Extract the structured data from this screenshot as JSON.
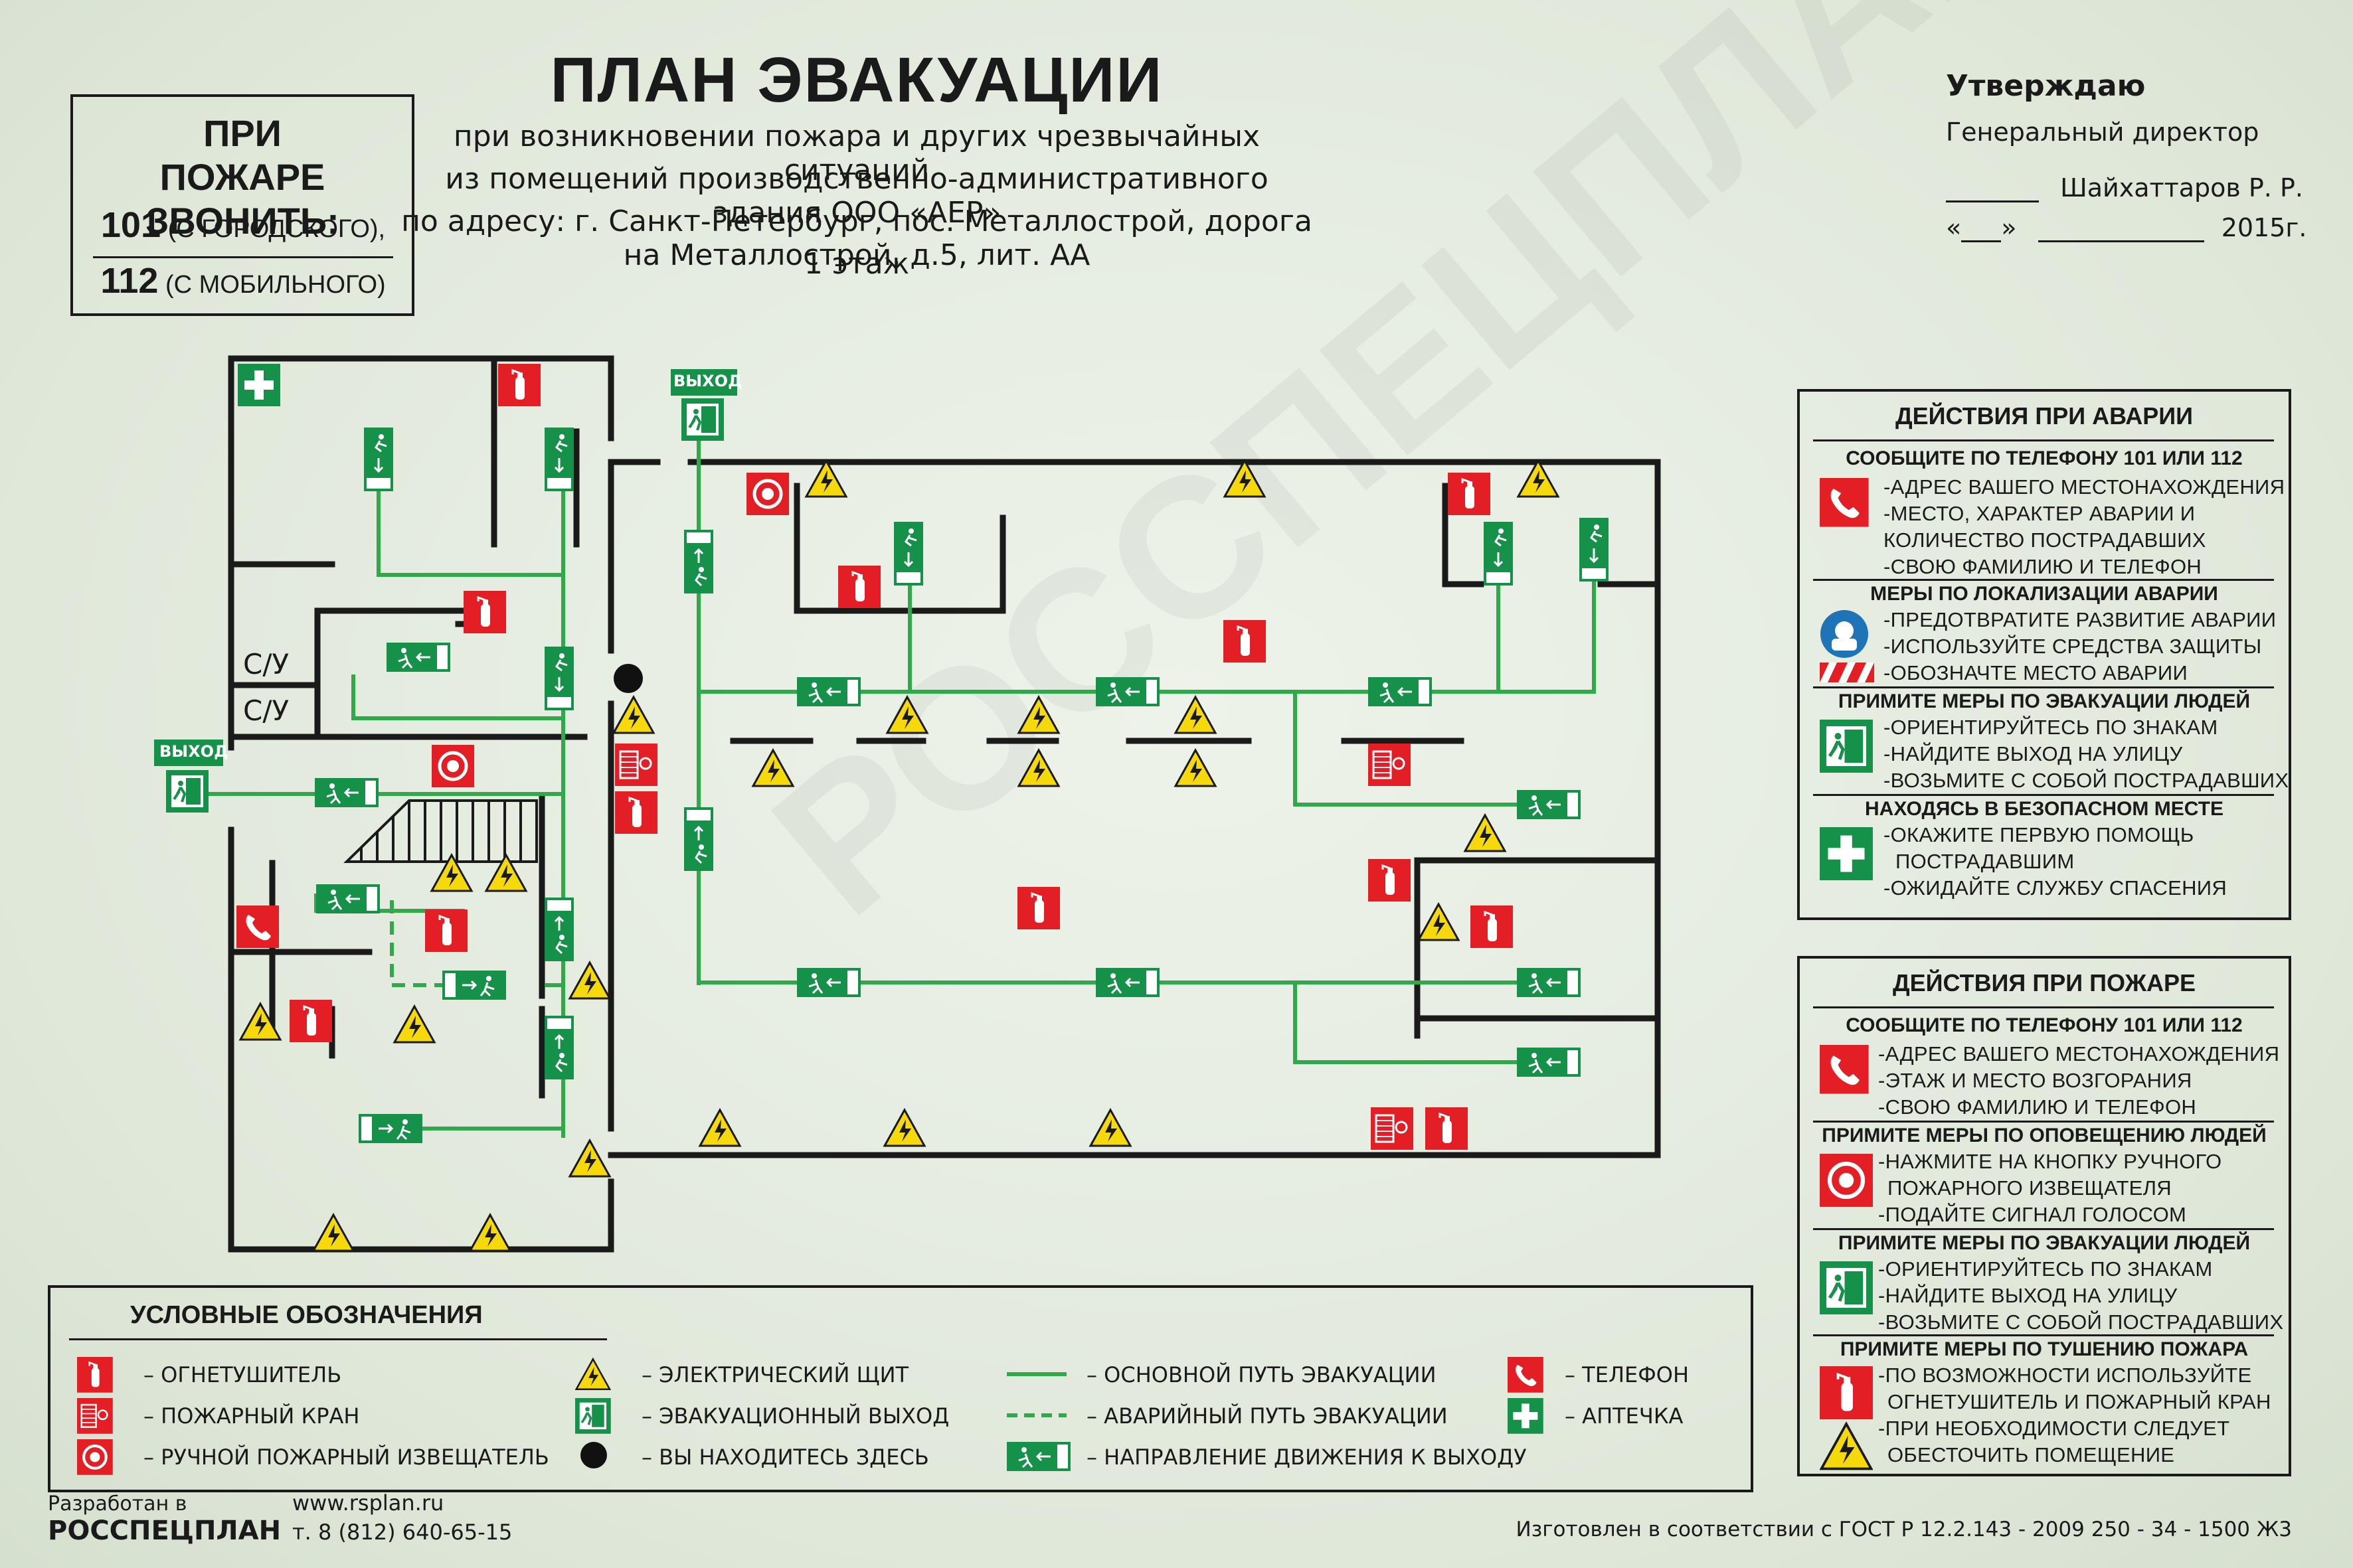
{
  "header": {
    "call_title": "ПРИ ПОЖАРЕ ЗВОНИТЬ:",
    "call_101_num": "101",
    "call_101_text": "(С ГОРОДСКОГО),",
    "call_112_num": "112",
    "call_112_text": "(С МОБИЛЬНОГО)",
    "title": "ПЛАН ЭВАКУАЦИИ",
    "subtitle_1": "при возникновении пожара и других чрезвычайных ситуаций",
    "subtitle_2": "из помещений производственно-административного здания ООО «АЕР»",
    "subtitle_3": "по адресу: г. Санкт-Петербург, пос. Металлострой, дорога на Металлострой, д.5, лит. АА",
    "floor": "1 этаж"
  },
  "approval": {
    "title": "Утверждаю",
    "position": "Генеральный директор",
    "name": "Шайхаттаров Р. Р.",
    "quote_open": "«",
    "quote_close": "»",
    "year": "2015г."
  },
  "plan": {
    "exit_label": "ВЫХОД",
    "room_su": "С/У"
  },
  "accident_panel": {
    "title": "ДЕЙСТВИЯ ПРИ АВАРИИ",
    "s1_head": "СООБЩИТЕ ПО ТЕЛЕФОНУ  101 ИЛИ 112",
    "s1_lines": [
      "-АДРЕС ВАШЕГО МЕСТОНАХОЖДЕНИЯ",
      "-МЕСТО, ХАРАКТЕР АВАРИИ И",
      "КОЛИЧЕСТВО ПОСТРАДАВШИХ",
      "-СВОЮ ФАМИЛИЮ И  ТЕЛЕФОН"
    ],
    "s2_head": "МЕРЫ ПО ЛОКАЛИЗАЦИИ АВАРИИ",
    "s2_lines": [
      "-ПРЕДОТВРАТИТЕ РАЗВИТИЕ АВАРИИ",
      "-ИСПОЛЬЗУЙТЕ СРЕДСТВА ЗАЩИТЫ",
      "-ОБОЗНАЧТЕ МЕСТО АВАРИИ"
    ],
    "s3_head": "ПРИМИТЕ МЕРЫ ПО ЭВАКУАЦИИ ЛЮДЕЙ",
    "s3_lines": [
      "-ОРИЕНТИРУЙТЕСЬ ПО ЗНАКАМ",
      "-НАЙДИТЕ ВЫХОД НА УЛИЦУ",
      "-ВОЗЬМИТЕ С СОБОЙ ПОСТРАДАВШИХ"
    ],
    "s4_head": "НАХОДЯСЬ В БЕЗОПАСНОМ МЕСТЕ",
    "s4_lines": [
      "-ОКАЖИТЕ ПЕРВУЮ ПОМОЩЬ",
      "ПОСТРАДАВШИМ",
      "-ОЖИДАЙТЕ СЛУЖБУ СПАСЕНИЯ"
    ]
  },
  "fire_panel": {
    "title": "ДЕЙСТВИЯ ПРИ ПОЖАРЕ",
    "s1_head": "СООБЩИТЕ ПО ТЕЛЕФОНУ  101 ИЛИ 112",
    "s1_lines": [
      "-АДРЕС ВАШЕГО МЕСТОНАХОЖДЕНИЯ",
      "-ЭТАЖ И МЕСТО ВОЗГОРАНИЯ",
      "-СВОЮ ФАМИЛИЮ И  ТЕЛЕФОН"
    ],
    "s2_head": "ПРИМИТЕ МЕРЫ ПО ОПОВЕЩЕНИЮ ЛЮДЕЙ",
    "s2_lines": [
      "-НАЖМИТЕ НА КНОПКУ РУЧНОГО",
      "ПОЖАРНОГО ИЗВЕЩАТЕЛЯ",
      "-ПОДАЙТЕ СИГНАЛ ГОЛОСОМ"
    ],
    "s3_head": "ПРИМИТЕ МЕРЫ ПО ЭВАКУАЦИИ ЛЮДЕЙ",
    "s3_lines": [
      "-ОРИЕНТИРУЙТЕСЬ ПО ЗНАКАМ",
      "-НАЙДИТЕ ВЫХОД НА УЛИЦУ",
      "-ВОЗЬМИТЕ С СОБОЙ ПОСТРАДАВШИХ"
    ],
    "s4_head": "ПРИМИТЕ МЕРЫ ПО ТУШЕНИЮ ПОЖАРА",
    "s4_lines": [
      "-ПО ВОЗМОЖНОСТИ ИСПОЛЬЗУЙТЕ",
      "ОГНЕТУШИТЕЛЬ И ПОЖАРНЫЙ КРАН",
      "-ПРИ НЕОБХОДИМОСТИ СЛЕДУЕТ",
      "ОБЕСТОЧИТЬ ПОМЕЩЕНИЕ"
    ]
  },
  "legend": {
    "title": "УСЛОВНЫЕ ОБОЗНАЧЕНИЯ",
    "extinguisher": "–  ОГНЕТУШИТЕЛЬ",
    "hydrant": "–  ПОЖАРНЫЙ КРАН",
    "call_point": "–  РУЧНОЙ ПОЖАРНЫЙ ИЗВЕЩАТЕЛЬ",
    "electric_panel": "–   ЭЛЕКТРИЧЕСКИЙ ЩИТ",
    "emergency_exit": "–   ЭВАКУАЦИОННЫЙ ВЫХОД",
    "you_are_here": "–   ВЫ НАХОДИТЕСЬ ЗДЕСЬ",
    "main_route": "–  ОСНОВНОЙ ПУТЬ ЭВАКУАЦИИ",
    "emergency_route": "–  АВАРИЙНЫЙ ПУТЬ ЭВАКУАЦИИ",
    "direction": "–  НАПРАВЛЕНИЕ ДВИЖЕНИЯ К ВЫХОДУ",
    "phone": "–  ТЕЛЕФОН",
    "first_aid": "–  АПТЕЧКА"
  },
  "footer": {
    "dev_prefix": "Разработан в",
    "company": "РОССПЕЦПЛАН",
    "website": "www.rsplan.ru",
    "phone": "т. 8 (812) 640-65-15",
    "standard": "Изготовлен в соответствии с ГОСТ Р 12.2.143 - 2009 250 - 34 - 1500 Ж3",
    "watermark": "РОССПЕЦПЛАН"
  },
  "colors": {
    "route_green": "#2fa94a",
    "sign_green": "#15914a",
    "fire_red": "#e31e24",
    "hazard_yellow": "#f5d90a",
    "wall": "#1a1a1a"
  }
}
